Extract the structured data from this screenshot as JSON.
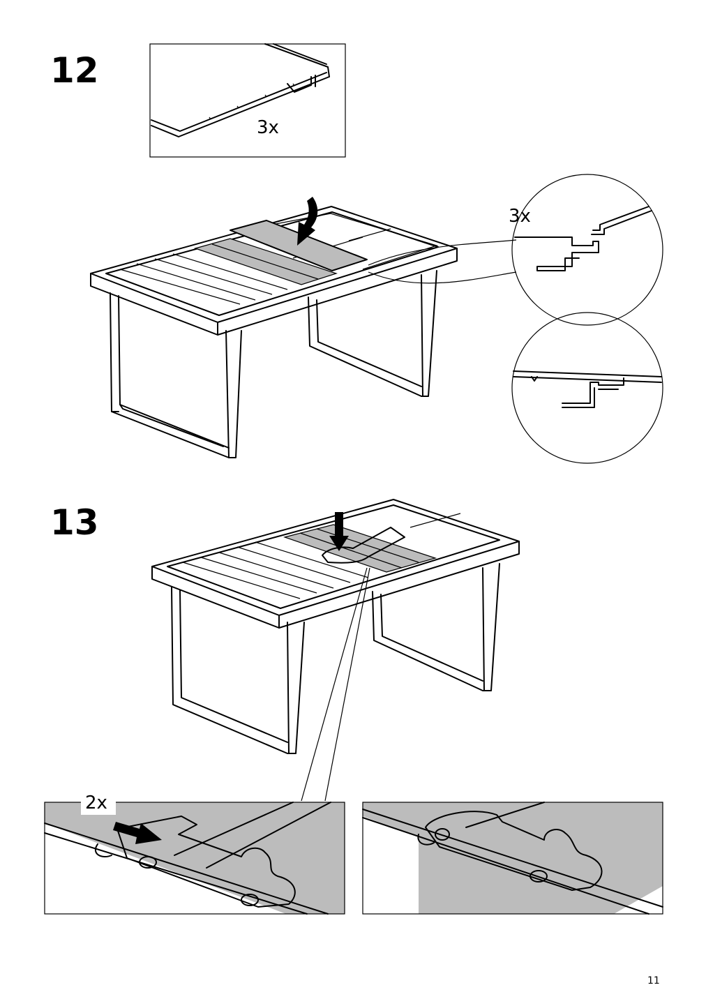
{
  "steps": [
    {
      "number": "12",
      "top_callout_count": "3x",
      "detail_count": "3x"
    },
    {
      "number": "13",
      "detail_count": "2x"
    }
  ],
  "page": {
    "number": "11"
  },
  "icons": [
    "down-arrow-icon",
    "right-arrow-icon",
    "hand-icon",
    "magnifier-circle-icon"
  ]
}
